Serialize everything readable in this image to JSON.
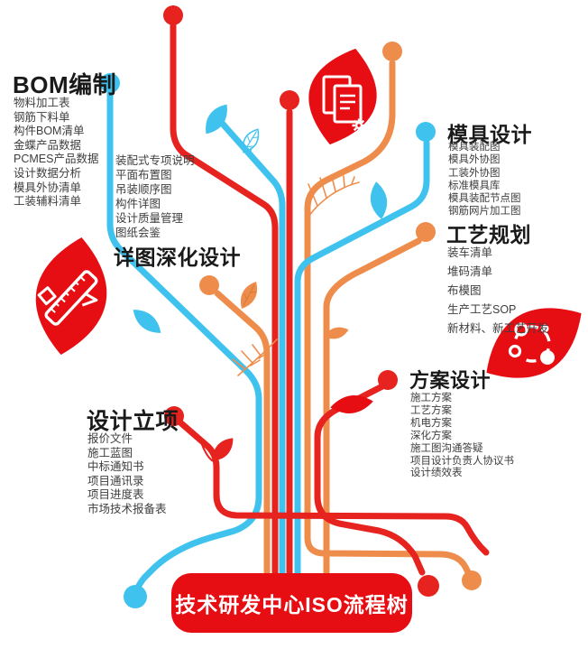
{
  "colors": {
    "blue": "#3fc3ee",
    "red": "#e6231e",
    "deep_red": "#e60e13",
    "orange": "#ee8d4b",
    "text": "#3e3e3e",
    "heading": "#1a1a1a"
  },
  "icons": {
    "leaf_top": "document-gear-icon",
    "leaf_left": "ruler-pencil-icon",
    "leaf_right": "molecule-network-icon"
  },
  "sections": {
    "bom": {
      "title": "BOM编制",
      "items": [
        "物料加工表",
        "钢筋下料单",
        "构件BOM清单",
        "金蝶产品数据",
        "PCMES产品数据",
        "设计数据分析",
        "模具外协清单",
        "工装辅料清单"
      ]
    },
    "detail": {
      "title": "详图深化设计",
      "items": [
        "装配式专项说明",
        "平面布置图",
        "吊装顺序图",
        "构件详图",
        "设计质量管理",
        "图纸会鉴"
      ]
    },
    "mold": {
      "title": "模具设计",
      "items": [
        "模具装配图",
        "模具外协图",
        "工装外协图",
        "标准模具库",
        "模具装配节点图",
        "钢筋网片加工图"
      ]
    },
    "process": {
      "title": "工艺规划",
      "items": [
        "装车清单",
        "堆码清单",
        "布模图",
        "生产工艺SOP",
        "新材料、新工艺开发"
      ]
    },
    "scheme": {
      "title": "方案设计",
      "items": [
        "施工方案",
        "工艺方案",
        "机电方案",
        "深化方案",
        "施工图沟通答疑",
        "项目设计负责人协议书",
        "设计绩效表"
      ]
    },
    "project": {
      "title": "设计立项",
      "items": [
        "报价文件",
        "施工蓝图",
        "中标通知书",
        "项目通讯录",
        "项目进度表",
        "市场技术报备表"
      ]
    }
  },
  "banner": {
    "label": "技术研发中心ISO流程树"
  }
}
